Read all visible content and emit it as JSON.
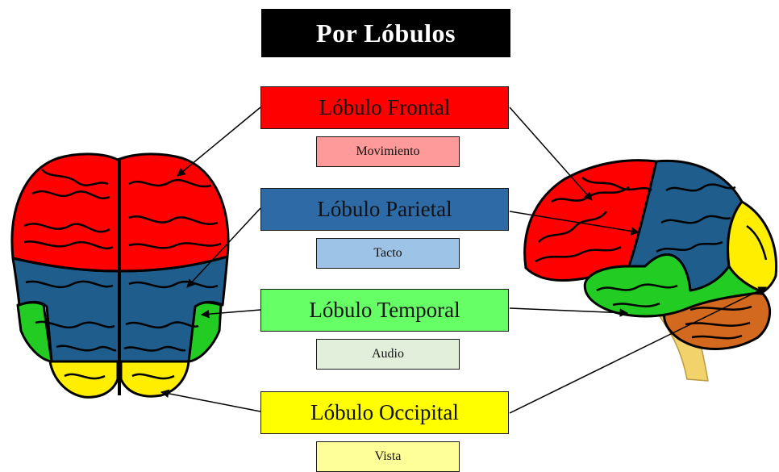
{
  "title": "Por Lóbulos",
  "lobes": [
    {
      "name": "Lóbulo Frontal",
      "function": "Movimiento",
      "color": "#ff0000",
      "function_color": "#ff9a9a"
    },
    {
      "name": "Lóbulo Parietal",
      "function": "Tacto",
      "color": "#2e6aa6",
      "function_color": "#9dc3e6"
    },
    {
      "name": "Lóbulo Temporal",
      "function": "Audio",
      "color": "#66ff66",
      "function_color": "#e2efda"
    },
    {
      "name": "Lóbulo Occipital",
      "function": "Vista",
      "color": "#ffff00",
      "function_color": "#ffff99"
    }
  ],
  "colors": {
    "frontal": "#ff0000",
    "parietal": "#1f5e8c",
    "temporal": "#22cc22",
    "occipital": "#ffee00",
    "cerebellum": "#d2691e",
    "brainstem": "#f2d36b"
  }
}
